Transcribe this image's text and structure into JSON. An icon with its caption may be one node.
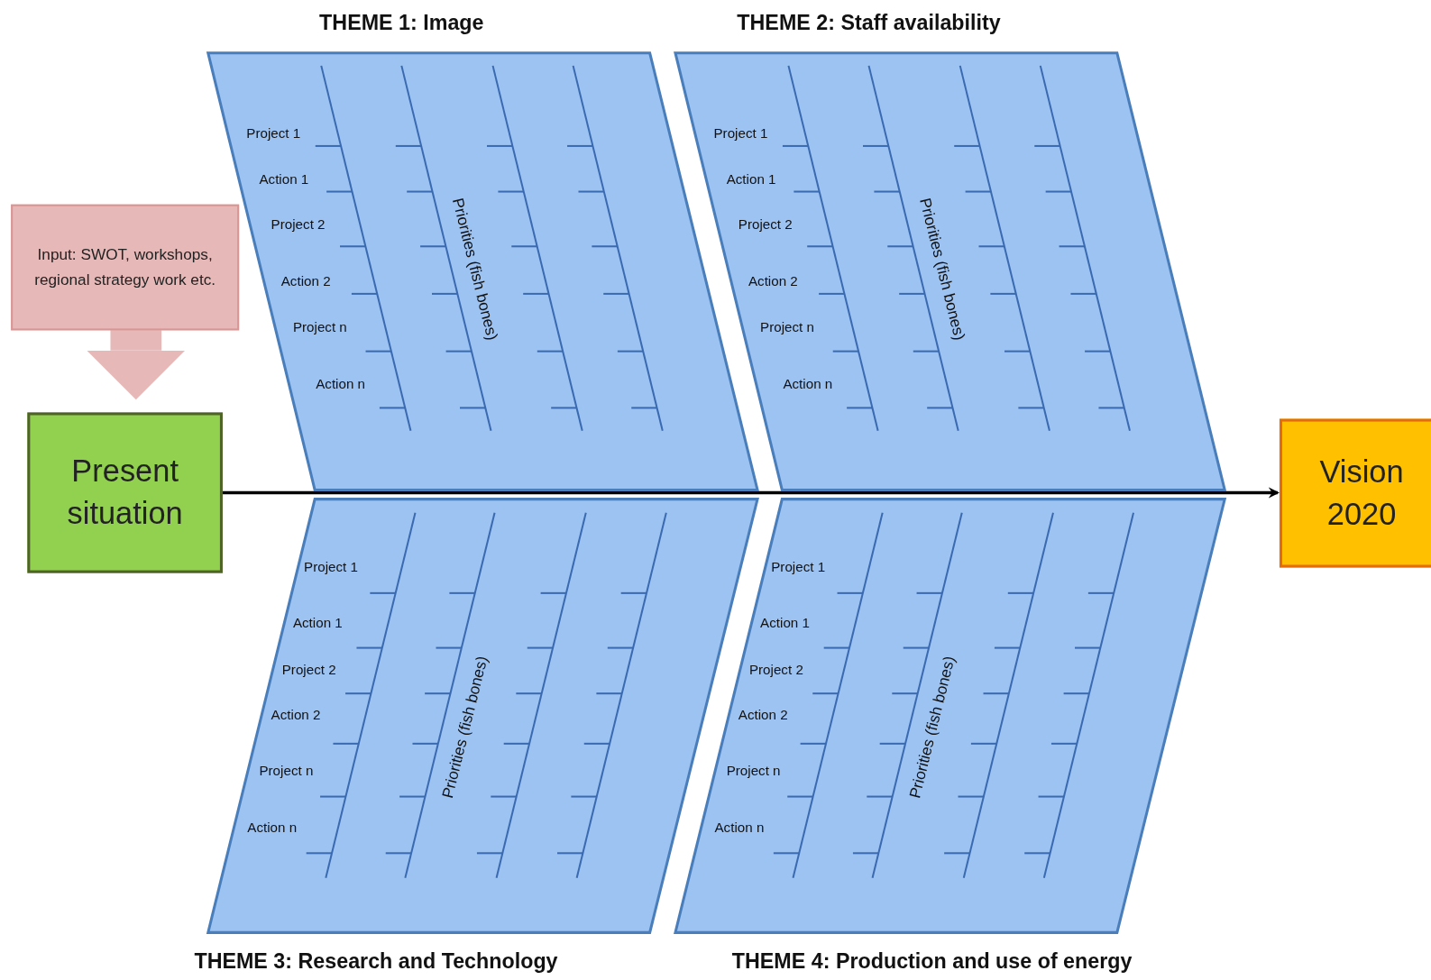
{
  "diagram": {
    "nodes": [
      {
        "text": [
          "Input: SWOT, workshops, regional strategy work etc."
        ]
      },
      {
        "text": [
          "Present situation"
        ]
      },
      {
        "text": [
          "Vision 2020"
        ]
      },
      {
        "text": [
          "THEME 1: Image",
          "Project 1",
          "Action 1",
          "Project 2",
          "Action 2",
          "Project n",
          "Action n",
          "Priorities (fish bones)"
        ]
      },
      {
        "text": [
          "THEME 2: Staff availability",
          "Project 1",
          "Action 1",
          "Project 2",
          "Action 2",
          "Project n",
          "Action n",
          "Priorities (fish bones)"
        ]
      },
      {
        "text": [
          "THEME 3: Research and Technology",
          "Project 1",
          "Action 1",
          "Project 2",
          "Action 2",
          "Project n",
          "Action n",
          "Priorities (fish bones)"
        ]
      },
      {
        "text": [
          "THEME 4: Production and use of energy",
          "Project 1",
          "Action 1",
          "Project 2",
          "Action 2",
          "Project n",
          "Action n",
          "Priorities (fish bones)"
        ]
      }
    ],
    "edges": [
      {
        "from": 0,
        "to": 1,
        "arrow": "to",
        "style": "thick",
        "color": "#e6b9b8"
      },
      {
        "from": 1,
        "to": 2,
        "arrow": "to",
        "color": "#000000"
      }
    ]
  }
}
